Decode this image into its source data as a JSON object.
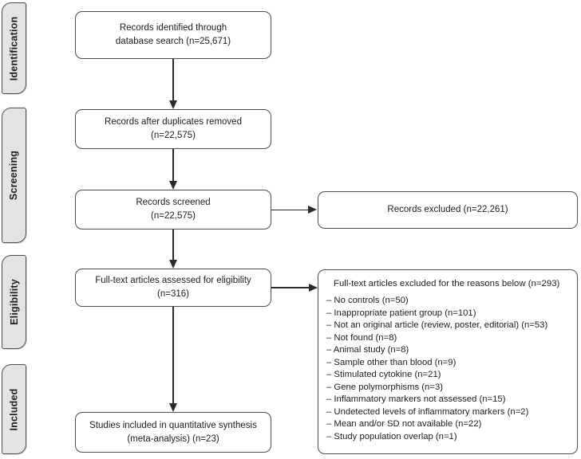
{
  "stages": {
    "identification": "Identification",
    "screening": "Screening",
    "eligibility": "Eligibility",
    "included": "Included"
  },
  "flow": {
    "identified": "Records identified through\ndatabase search (n=25,671)",
    "duplicates_removed": "Records after duplicates removed\n(n=22,575)",
    "screened": "Records screened\n(n=22,575)",
    "fulltext_assessed": "Full-text articles assessed for eligibility\n(n=316)",
    "included_synthesis": "Studies included in quantitative synthesis\n(meta-analysis) (n=23)"
  },
  "exclusions": {
    "records_excluded": "Records excluded (n=22,261)",
    "fulltext_excluded_title": "Full-text articles excluded for the reasons below (n=293)",
    "reasons": [
      "– No controls (n=50)",
      "– Inappropriate patient group (n=101)",
      "– Not an original article (review, poster, editorial) (n=53)",
      "– Not found (n=8)",
      "– Animal study (n=8)",
      "– Sample other than blood (n=9)",
      "– Stimulated cytokine (n=21)",
      "– Gene polymorphisms (n=3)",
      "– Inflammatory markers not assessed (n=15)",
      "– Undetected levels of inflammatory markers (n=2)",
      "– Mean and/or SD not available (n=22)",
      "– Study population overlap (n=1)"
    ]
  },
  "colors": {
    "stage_fill": "#e3e3e3",
    "box_border": "#4d4d4d",
    "arrow": "#2b2b2b",
    "text": "#1c1c1c"
  }
}
